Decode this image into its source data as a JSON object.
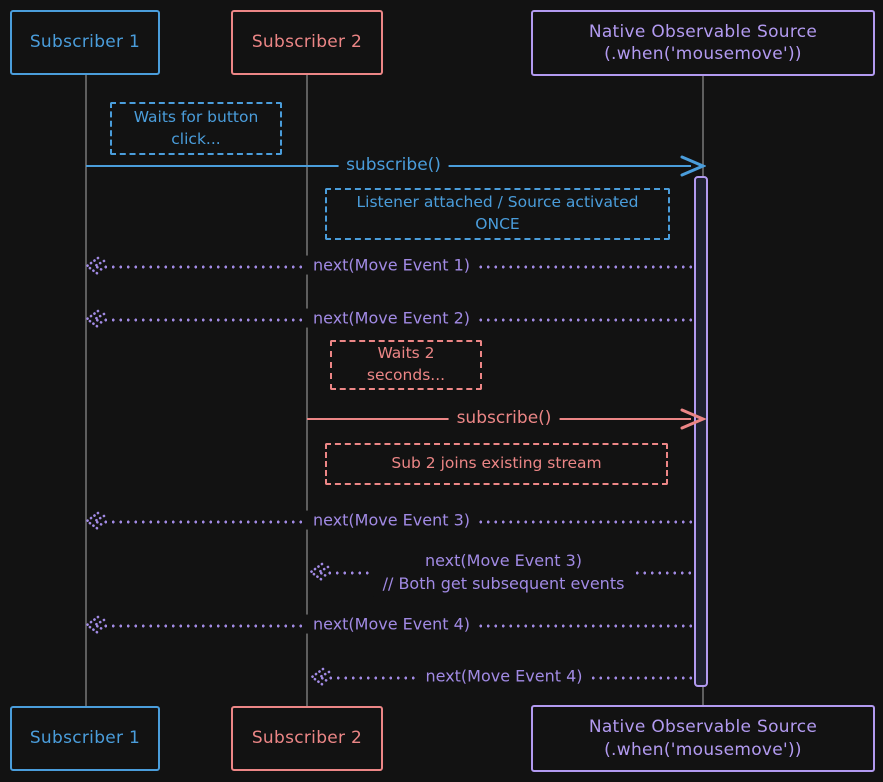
{
  "colors": {
    "background": "#121212",
    "blue": "#4a9ddb",
    "red": "#ec8686",
    "purple": "#a18ae4",
    "purple_box": "#b29af0",
    "lifeline": "#5e5e5e",
    "activation_fill": "#1e2130"
  },
  "actors": {
    "subscriber1": {
      "label": "Subscriber 1"
    },
    "subscriber2": {
      "label": "Subscriber 2"
    },
    "source": {
      "line1": "Native Observable Source",
      "line2": "(.when('mousemove'))"
    }
  },
  "notes": {
    "waits_button": "Waits for button click...",
    "listener_attached": "Listener attached / Source activated ONCE",
    "waits_2s": "Waits 2 seconds...",
    "sub2_joins": "Sub 2 joins existing stream"
  },
  "messages": {
    "m1": "subscribe()",
    "m2": "next(Move Event 1)",
    "m3": "next(Move Event 2)",
    "m4": "subscribe()",
    "m5": "next(Move Event 3)",
    "m6_line1": "next(Move Event 3)",
    "m6_line2": "// Both get subsequent events",
    "m7": "next(Move Event 4)",
    "m8": "next(Move Event 4)"
  }
}
